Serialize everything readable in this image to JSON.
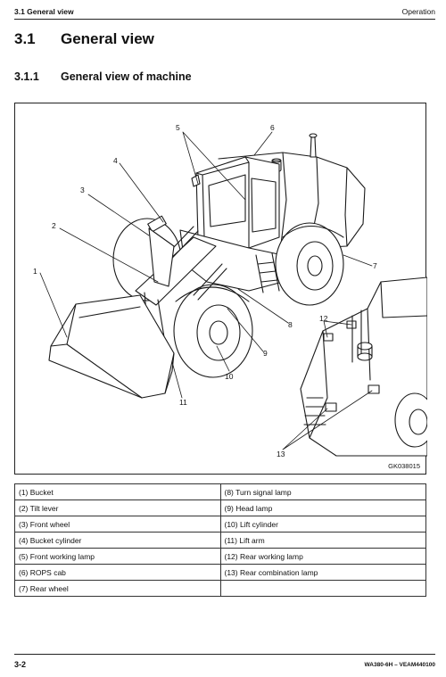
{
  "header": {
    "section": "3.1  General view",
    "chapter": "Operation"
  },
  "heading1": {
    "number": "3.1",
    "title": "General view"
  },
  "heading2": {
    "number": "3.1.1",
    "title": "General view of machine"
  },
  "figure": {
    "code": "GK038015",
    "callouts": [
      "1",
      "2",
      "3",
      "4",
      "5",
      "6",
      "7",
      "8",
      "9",
      "10",
      "11",
      "12",
      "13"
    ]
  },
  "legend": {
    "rows": [
      {
        "left": "(1) Bucket",
        "right": "(8) Turn signal lamp"
      },
      {
        "left": "(2) Tilt lever",
        "right": "(9) Head lamp"
      },
      {
        "left": "(3) Front wheel",
        "right": "(10) Lift cylinder"
      },
      {
        "left": "(4) Bucket cylinder",
        "right": "(11) Lift arm"
      },
      {
        "left": "(5) Front working lamp",
        "right": "(12) Rear working lamp"
      },
      {
        "left": "(6) ROPS cab",
        "right": "(13) Rear combination lamp"
      },
      {
        "left": "(7) Rear wheel",
        "right": ""
      }
    ]
  },
  "footer": {
    "page": "3-2",
    "doc": "WA380-6H – VEAM440100"
  }
}
